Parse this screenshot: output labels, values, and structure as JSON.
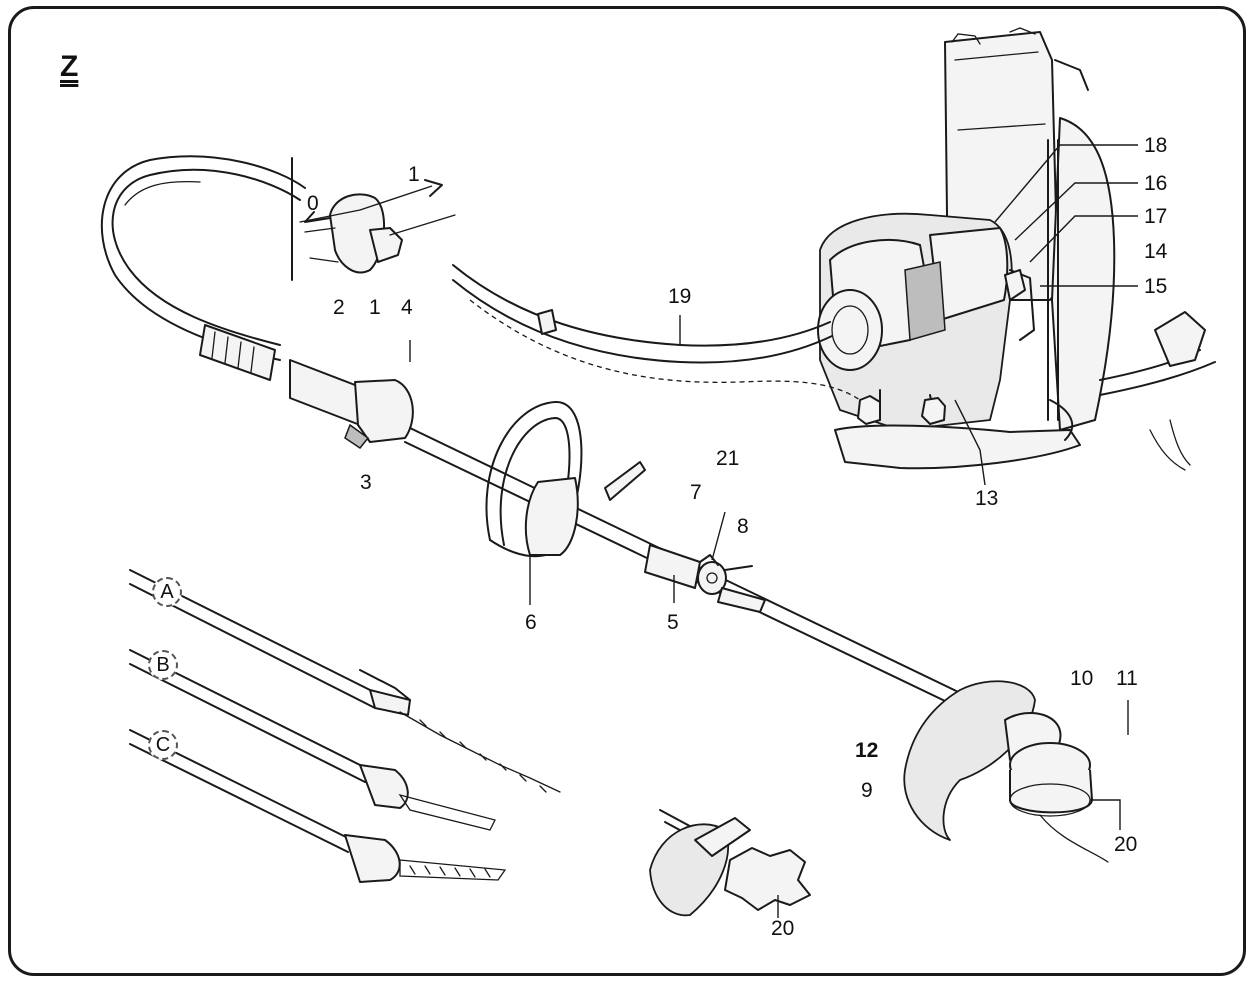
{
  "figure": {
    "letter": "Z"
  },
  "callouts": {
    "c1": "1",
    "c2": "2",
    "c3": "3",
    "c4": "4",
    "c5": "5",
    "c6": "6",
    "c7": "7",
    "c8": "8",
    "c9": "9",
    "c10": "10",
    "c11": "11",
    "c12": "12",
    "c13": "13",
    "c14": "14",
    "c15": "15",
    "c16": "16",
    "c17": "17",
    "c18": "18",
    "c19": "19",
    "c20a": "20",
    "c20b": "20",
    "c21": "21"
  },
  "inset": {
    "switch_off": "0",
    "switch_on": "1"
  },
  "attachments": {
    "a": "A",
    "b": "B",
    "c": "C"
  }
}
